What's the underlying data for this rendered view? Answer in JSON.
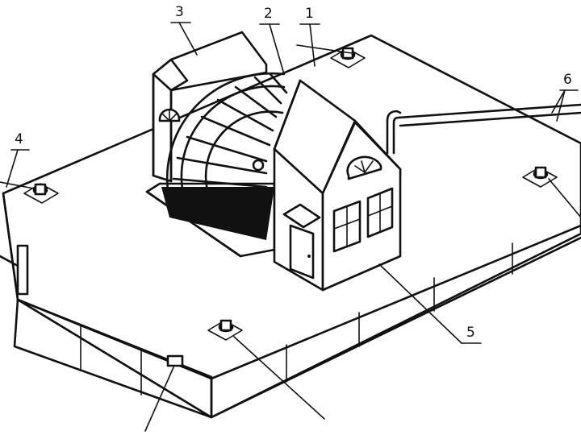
{
  "callouts": [
    {
      "id": "1",
      "label": "1"
    },
    {
      "id": "2",
      "label": "2"
    },
    {
      "id": "3",
      "label": "3"
    },
    {
      "id": "4",
      "label": "4"
    },
    {
      "id": "5",
      "label": "5"
    },
    {
      "id": "6",
      "label": "6"
    }
  ],
  "colors": {
    "ink": "#111111",
    "paper": "#ffffff"
  }
}
